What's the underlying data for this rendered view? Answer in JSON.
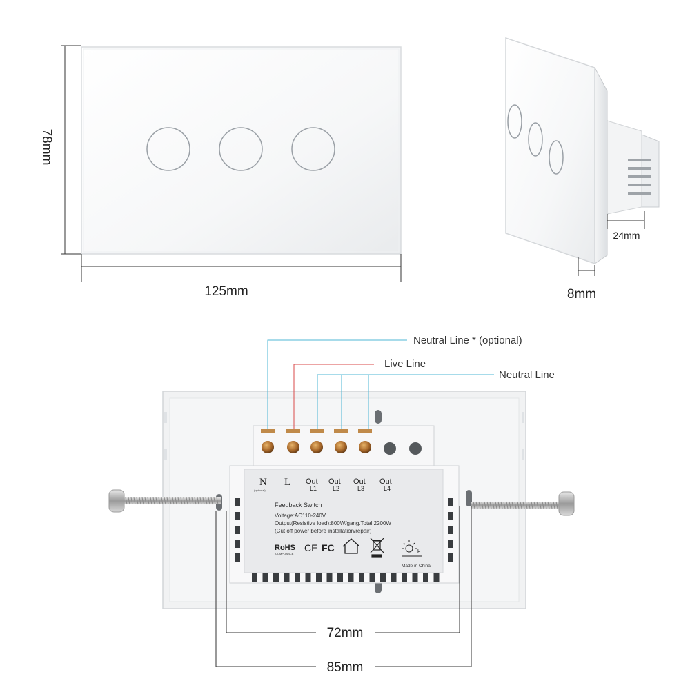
{
  "front_view": {
    "height_label": "78mm",
    "width_label": "125mm",
    "button_count": 3
  },
  "side_view": {
    "depth_label": "24mm",
    "thickness_label": "8mm"
  },
  "wiring": {
    "neutral_optional_label": "Neutral Line * (optional)",
    "live_label": "Live Line",
    "neutral_label": "Neutral Line",
    "colors": {
      "neutral": "#4fb7d6",
      "live": "#d94a4a",
      "dimension": "#333333"
    }
  },
  "back_module": {
    "terminals": {
      "n": "N",
      "n_sub": "(optional)",
      "l": "L",
      "out": "Out",
      "l1": "L1",
      "l2": "L2",
      "l3": "L3",
      "l4": "L4"
    },
    "product": "Feedback Switch",
    "spec_voltage": "Voltage:AC110-240V",
    "spec_output": "Output(Resistive load):800W/gang.Total 2200W",
    "spec_warning": "(Cut off power before installation/repair)",
    "rohs": "RoHS",
    "rohs_sub": "COMPLIANCE",
    "ce": "CE",
    "fc": "FC",
    "made_in": "Made in China"
  },
  "bottom_dims": {
    "inner_label": "72mm",
    "outer_label": "85mm"
  }
}
